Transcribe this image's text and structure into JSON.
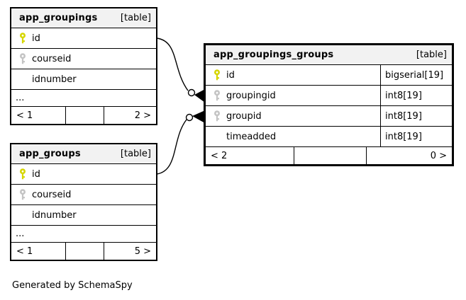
{
  "note": "Generated by SchemaSpy",
  "tables": [
    {
      "name": "app_groupings",
      "tag": "[table]",
      "columns": [
        {
          "name": "id",
          "key": "primary"
        },
        {
          "name": "courseid",
          "key": "index"
        },
        {
          "name": "idnumber",
          "key": "none"
        }
      ],
      "ellipsis": "...",
      "footer": {
        "left": "< 1",
        "middle": "",
        "right": "2 >"
      }
    },
    {
      "name": "app_groups",
      "tag": "[table]",
      "columns": [
        {
          "name": "id",
          "key": "primary"
        },
        {
          "name": "courseid",
          "key": "index"
        },
        {
          "name": "idnumber",
          "key": "none"
        }
      ],
      "ellipsis": "...",
      "footer": {
        "left": "< 1",
        "middle": "",
        "right": "5 >"
      }
    },
    {
      "name": "app_groupings_groups",
      "tag": "[table]",
      "columns": [
        {
          "name": "id",
          "type": "bigserial[19]",
          "key": "primary"
        },
        {
          "name": "groupingid",
          "type": "int8[19]",
          "key": "index"
        },
        {
          "name": "groupid",
          "type": "int8[19]",
          "key": "index"
        },
        {
          "name": "timeadded",
          "type": "int8[19]",
          "key": "none"
        }
      ],
      "footer": {
        "left": "< 2",
        "middle": "",
        "right": "0 >"
      }
    }
  ],
  "relationships": [
    {
      "parent": "app_groupings.id",
      "child": "app_groupings_groups.groupingid"
    },
    {
      "parent": "app_groups.id",
      "child": "app_groupings_groups.groupid"
    }
  ],
  "colors": {
    "primary_key_icon": "#d6d600",
    "index_key_icon": "#c4c4c4",
    "header_bg": "#f2f2f2",
    "border": "#000000"
  }
}
